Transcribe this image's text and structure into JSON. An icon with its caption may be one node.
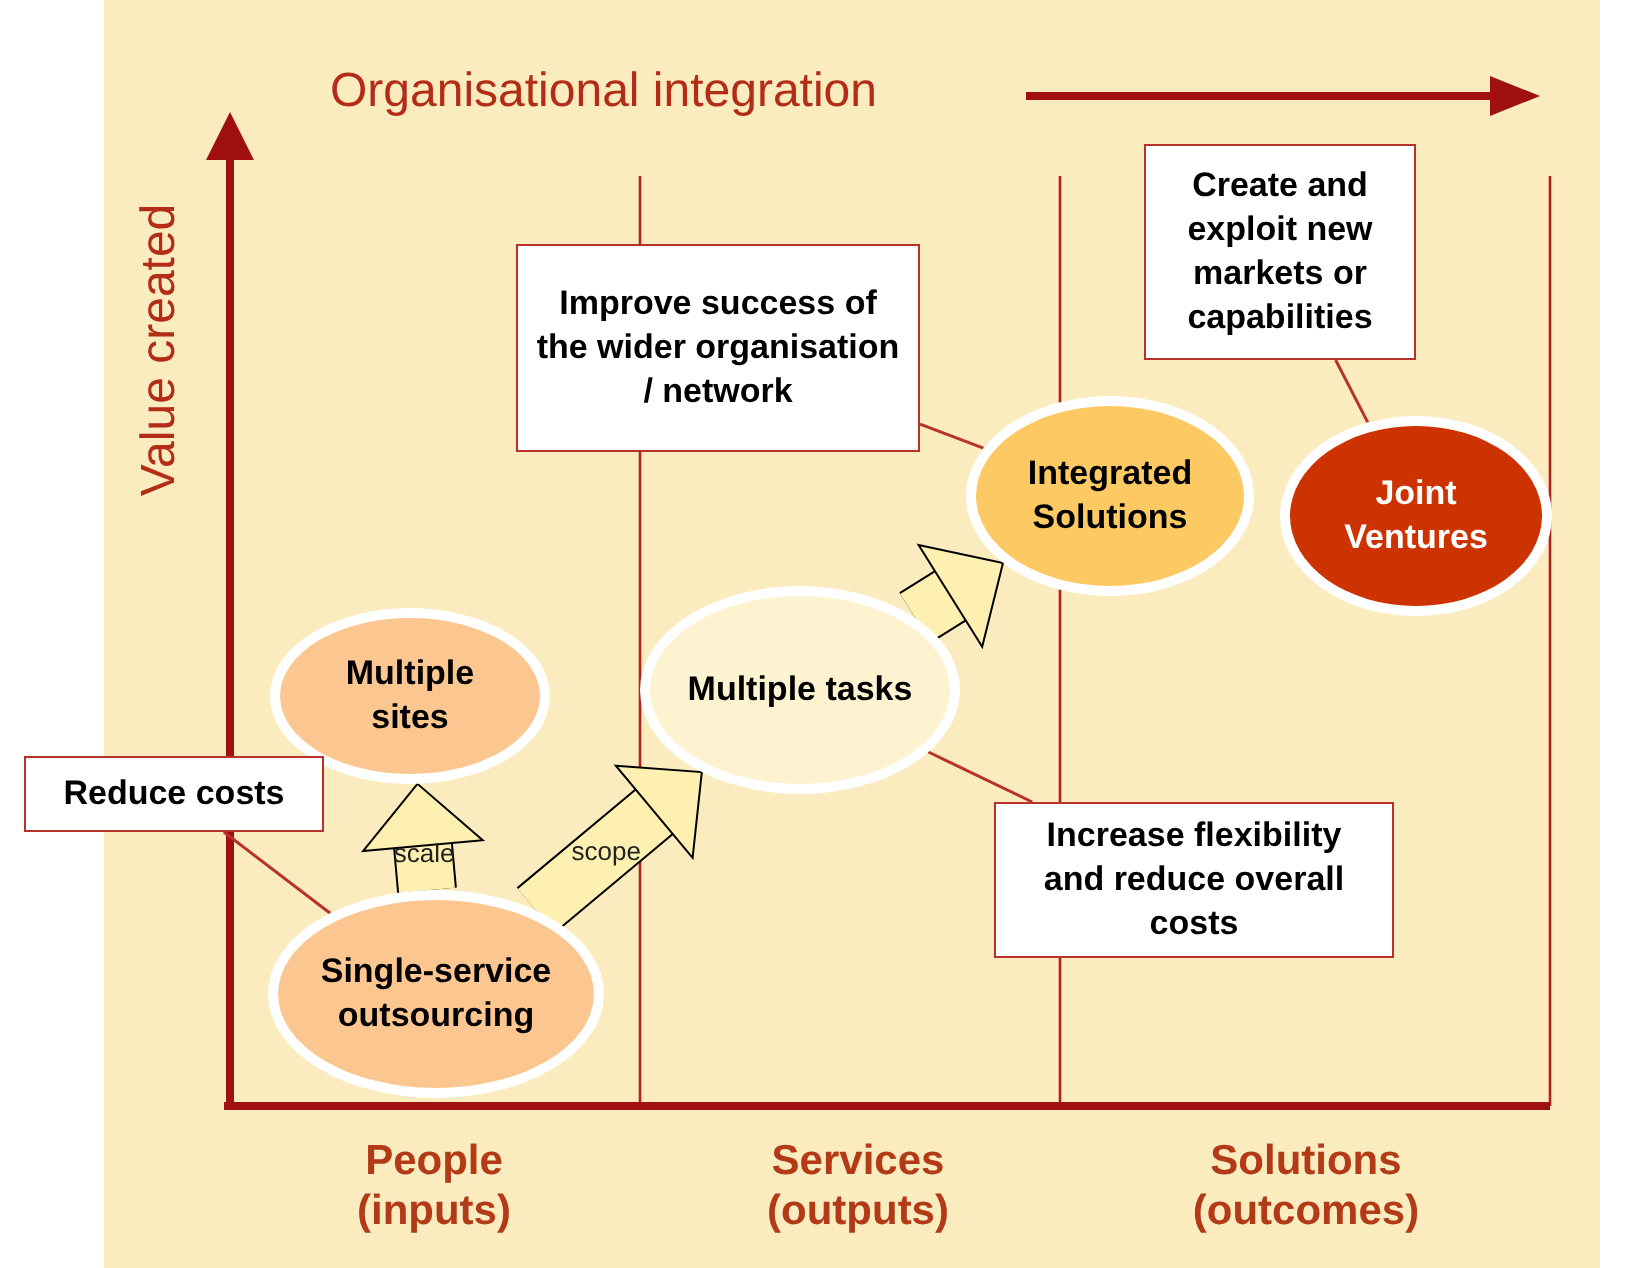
{
  "diagram": {
    "nodes": [
      {
        "text": [
          "Single-service outsourcing"
        ]
      },
      {
        "text": [
          "Multiple sites"
        ]
      },
      {
        "text": [
          "Multiple tasks"
        ]
      },
      {
        "text": [
          "Integrated Solutions"
        ]
      },
      {
        "text": [
          "Joint Ventures"
        ]
      },
      {
        "text": [
          "Reduce costs"
        ]
      },
      {
        "text": [
          "Improve success of the wider organisation / network"
        ]
      },
      {
        "text": [
          "Increase flexibility and reduce overall costs"
        ]
      },
      {
        "text": [
          "Create and exploit new markets or capabilities"
        ]
      }
    ],
    "edges": [
      {
        "from": 0,
        "to": 1,
        "arrow": "to",
        "label": "scale",
        "style": "thick",
        "color": "#fdf0b0"
      },
      {
        "from": 0,
        "to": 2,
        "arrow": "to",
        "label": "scope",
        "style": "thick",
        "color": "#fdf0b0"
      },
      {
        "from": 2,
        "to": 3,
        "arrow": "to",
        "style": "thick",
        "color": "#fdf0b0"
      },
      {
        "from": 5,
        "to": 0,
        "arrow": "none"
      },
      {
        "from": 6,
        "to": 3,
        "arrow": "none"
      },
      {
        "from": 7,
        "to": 2,
        "arrow": "none"
      },
      {
        "from": 8,
        "to": 4,
        "arrow": "none"
      }
    ],
    "labels": [
      "Organisational integration",
      "Value created",
      "People (inputs)",
      "Services (outputs)",
      "Solutions (outcomes)"
    ]
  }
}
